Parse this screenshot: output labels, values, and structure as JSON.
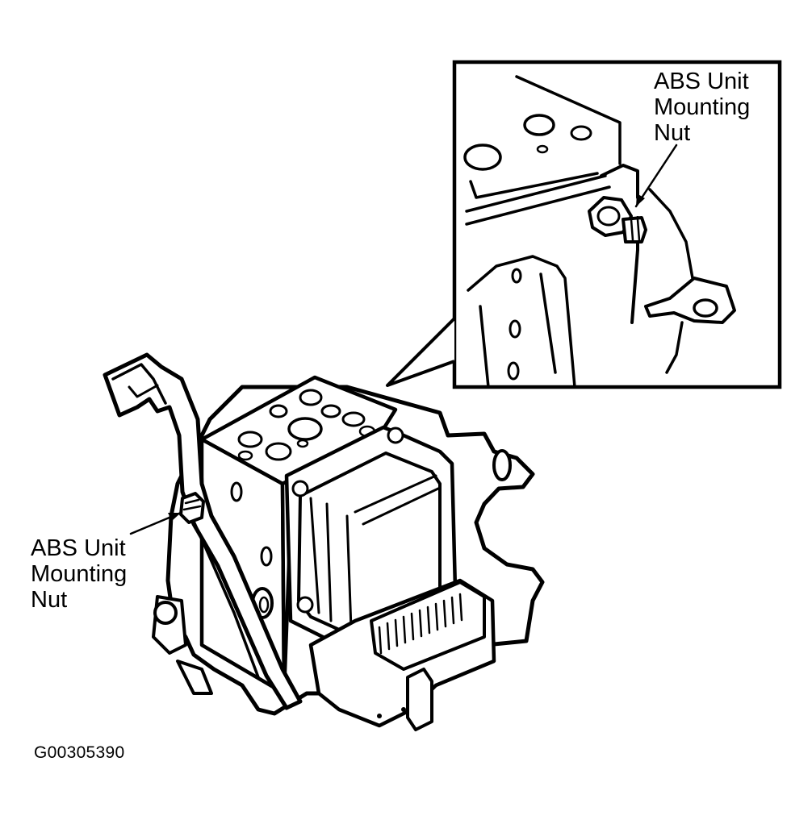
{
  "figure_id": "G00305390",
  "callouts": {
    "main": {
      "lines": [
        "ABS Unit",
        "Mounting",
        "Nut"
      ]
    },
    "inset": {
      "lines": [
        "ABS Unit",
        "Mounting",
        "Nut"
      ]
    }
  },
  "colors": {
    "ink": "#000000",
    "background": "#ffffff"
  }
}
